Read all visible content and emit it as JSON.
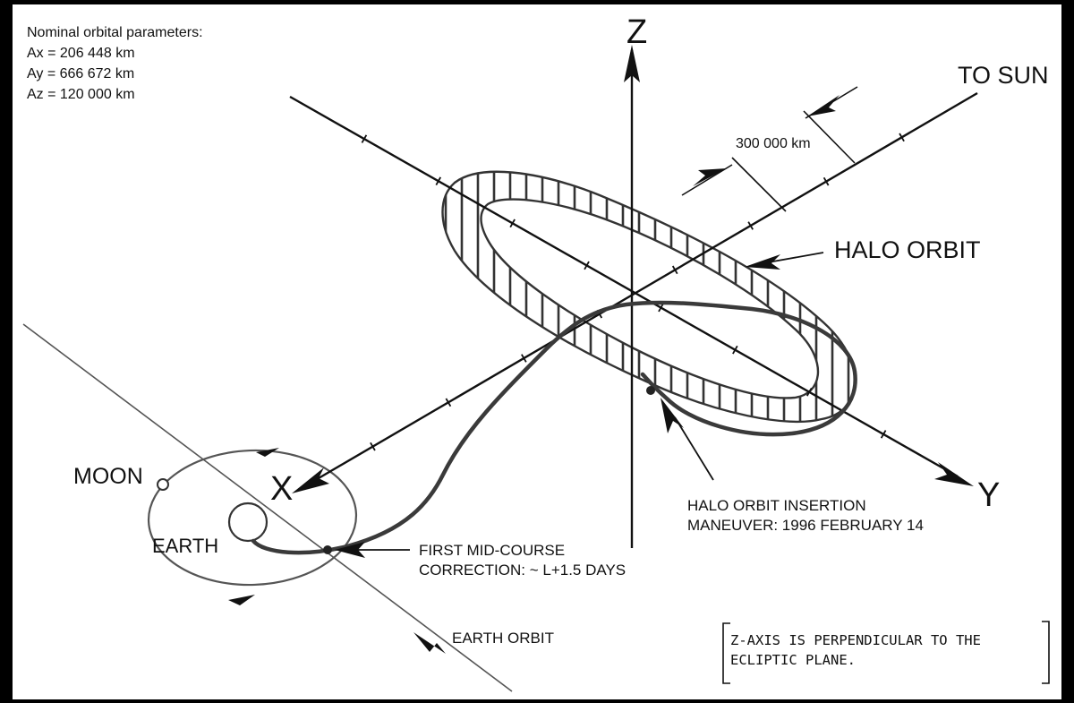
{
  "params": {
    "heading": "Nominal orbital parameters:",
    "ax": "Ax = 206 448 km",
    "ay": "Ay = 666 672 km",
    "az": "Az = 120 000 km"
  },
  "axes": {
    "z": "Z",
    "x": "X",
    "y": "Y",
    "to_sun": "TO SUN"
  },
  "scale_label": "300 000 km",
  "labels": {
    "halo_orbit": "HALO ORBIT",
    "moon": "MOON",
    "earth": "EARTH",
    "earth_orbit": "EARTH ORBIT",
    "hoi_line1": "HALO ORBIT INSERTION",
    "hoi_line2": "MANEUVER: 1996 FEBRUARY 14",
    "mcc_line1": "FIRST MID-COURSE",
    "mcc_line2": "CORRECTION: ~  L+1.5 DAYS"
  },
  "note": {
    "line1": "Z-AXIS IS PERPENDICULAR TO THE",
    "line2": "ECLIPTIC PLANE."
  },
  "colors": {
    "ink": "#111111",
    "trajectory": "#3a3a3a",
    "grey_line": "#555555"
  }
}
